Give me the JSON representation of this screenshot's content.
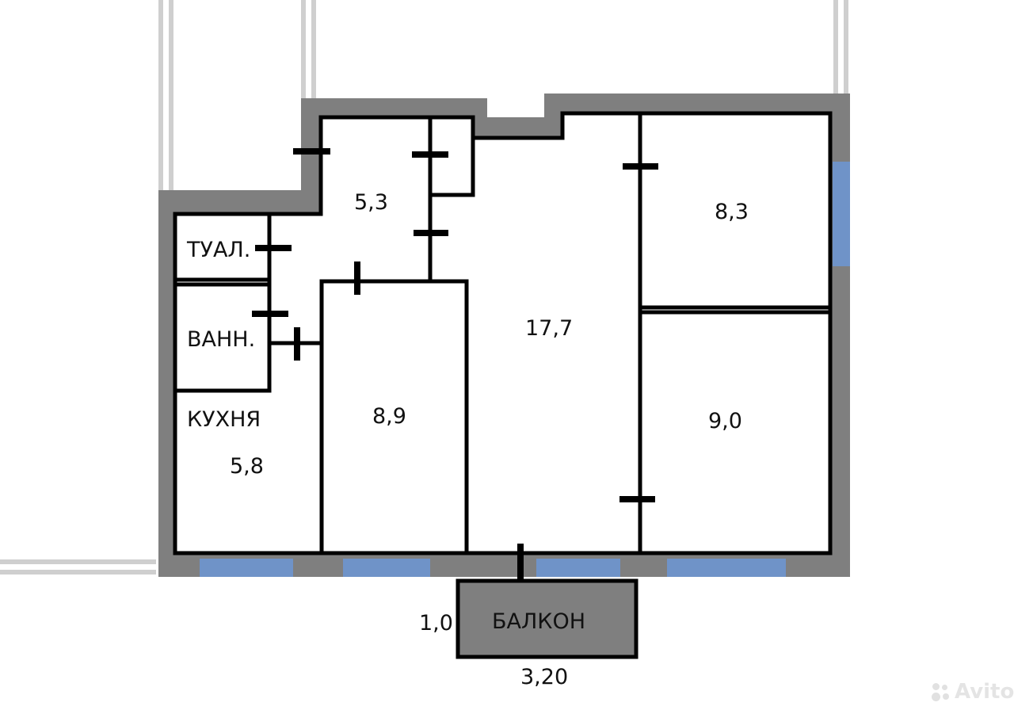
{
  "rooms": {
    "hall_area": "5,3",
    "toilet_label": "ТУАЛ.",
    "bath_label": "ВАНН.",
    "kitchen_label": "КУХНЯ",
    "kitchen_area": "5,8",
    "room_small_area": "8,9",
    "living_area": "17,7",
    "bedroom_top_area": "8,3",
    "bedroom_bottom_area": "9,0"
  },
  "balcony": {
    "label": "БАЛКОН",
    "depth": "1,0",
    "width": "3,20"
  },
  "watermark": {
    "brand": "Avito"
  },
  "colors": {
    "outer_wall": "#7f7f7f",
    "window": "#6f93c8",
    "inner_wall": "#000000",
    "balcony_fill": "#7f7f7f"
  }
}
